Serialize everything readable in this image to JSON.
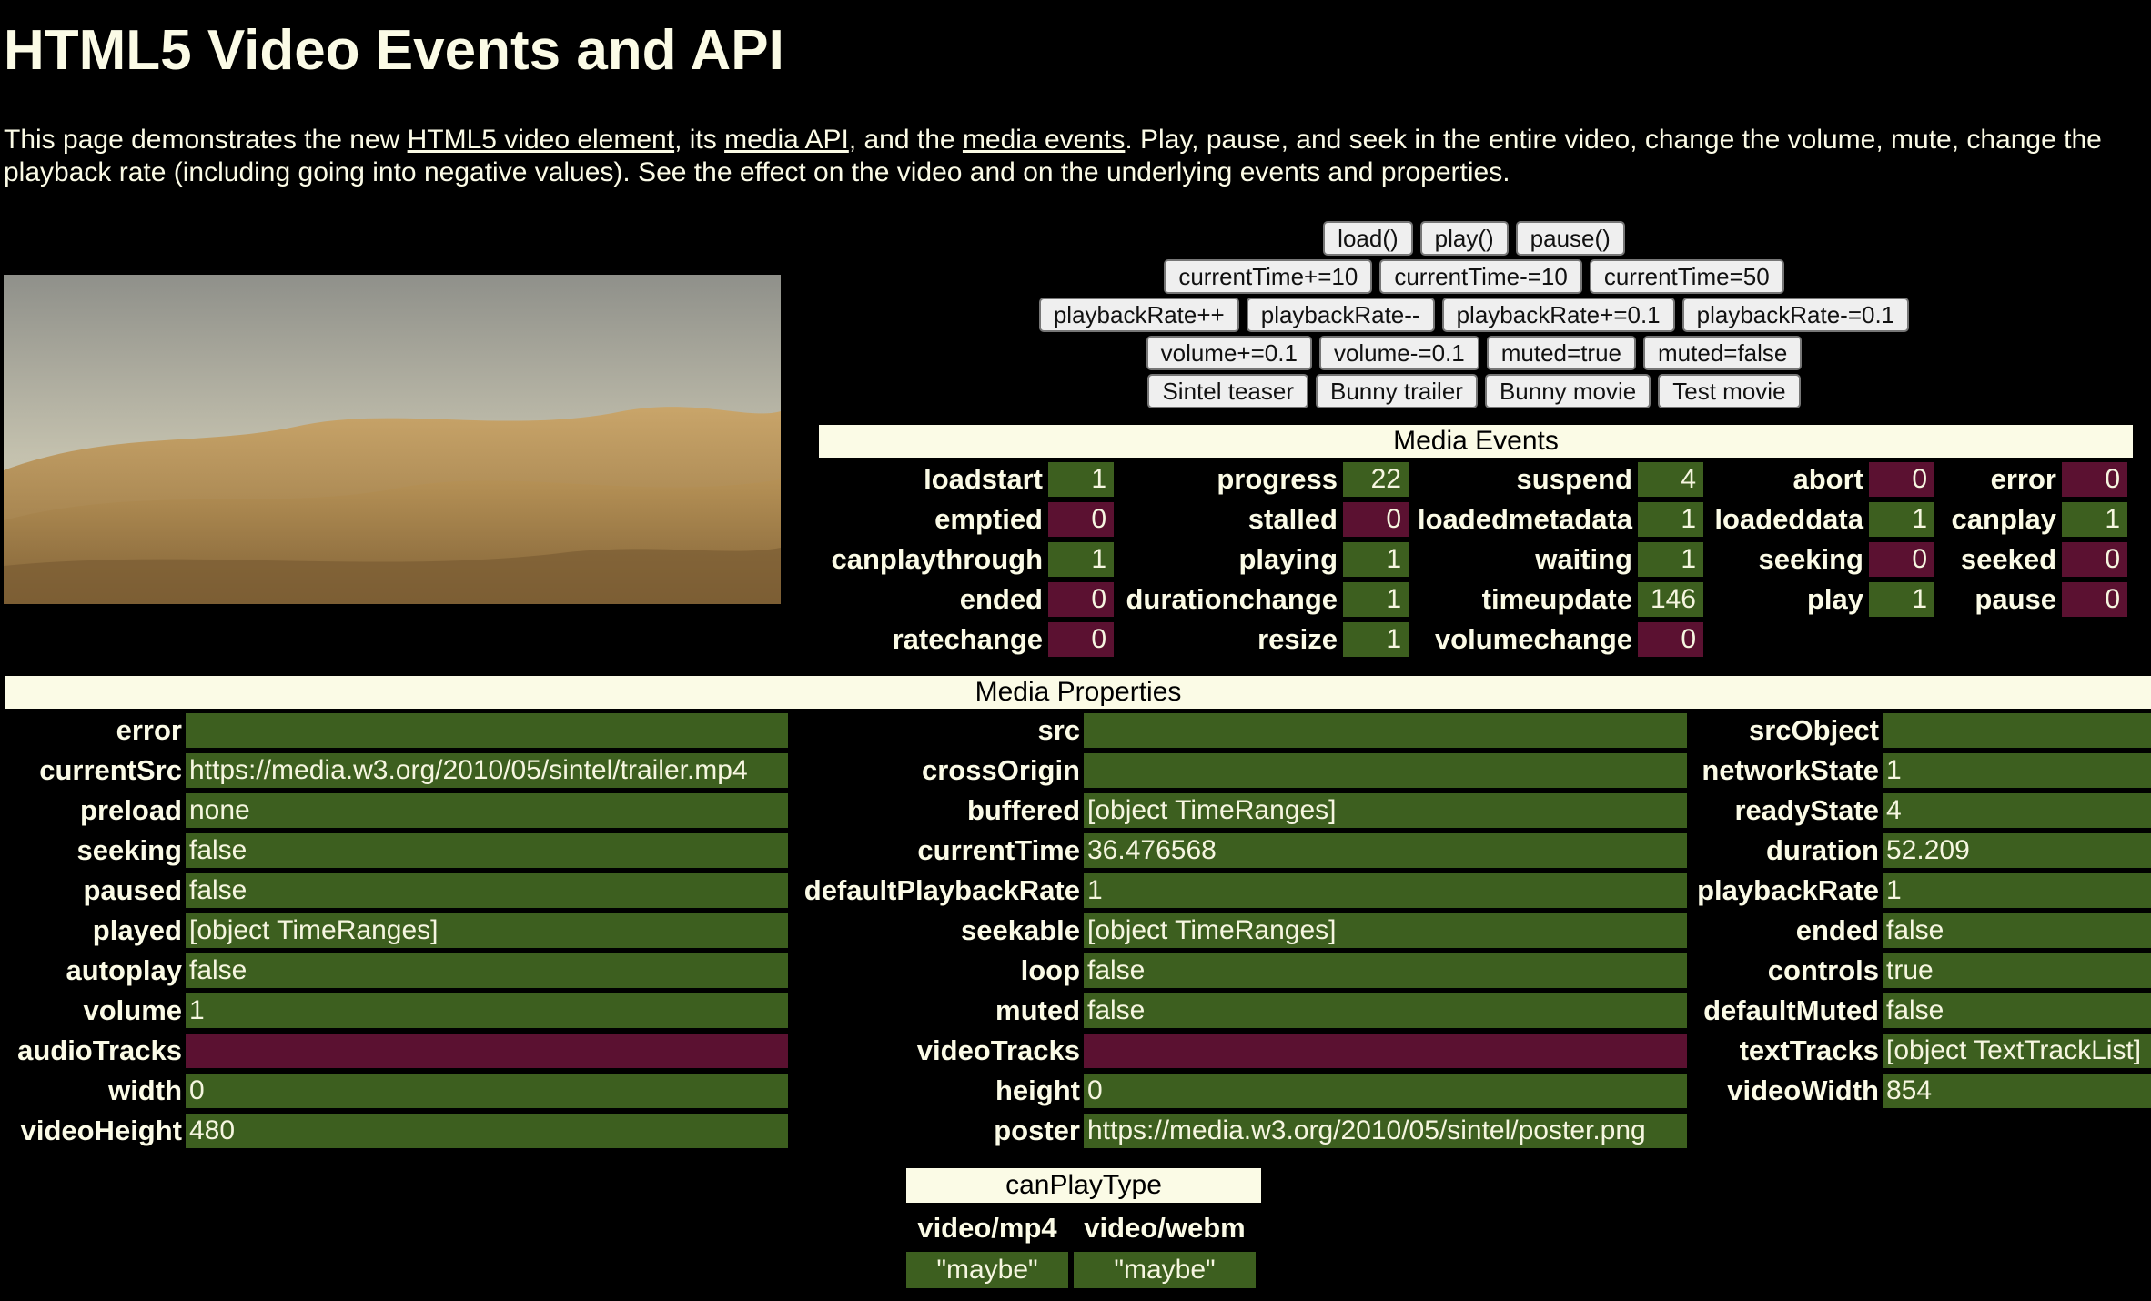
{
  "page": {
    "title": "HTML5 Video Events and API",
    "intro": {
      "p1": "This page demonstrates the new ",
      "link1": "HTML5 video element",
      "p2": ", its ",
      "link2": "media API",
      "p3": ", and the ",
      "link3": "media events",
      "p4": ". Play, pause, and seek in the entire video, change the volume, mute, change the playback rate (including going into negative values). See the effect on the video and on the underlying events and properties."
    }
  },
  "controls": {
    "rows": [
      [
        "load()",
        "play()",
        "pause()"
      ],
      [
        "currentTime+=10",
        "currentTime-=10",
        "currentTime=50"
      ],
      [
        "playbackRate++",
        "playbackRate--",
        "playbackRate+=0.1",
        "playbackRate-=0.1"
      ],
      [
        "volume+=0.1",
        "volume-=0.1",
        "muted=true",
        "muted=false"
      ],
      [
        "Sintel teaser",
        "Bunny trailer",
        "Bunny movie",
        "Test movie"
      ]
    ]
  },
  "events": {
    "header": "Media Events",
    "items": [
      {
        "name": "loadstart",
        "value": "1"
      },
      {
        "name": "progress",
        "value": "22"
      },
      {
        "name": "suspend",
        "value": "4"
      },
      {
        "name": "abort",
        "value": "0"
      },
      {
        "name": "error",
        "value": "0"
      },
      {
        "name": "emptied",
        "value": "0"
      },
      {
        "name": "stalled",
        "value": "0"
      },
      {
        "name": "loadedmetadata",
        "value": "1"
      },
      {
        "name": "loadeddata",
        "value": "1"
      },
      {
        "name": "canplay",
        "value": "1"
      },
      {
        "name": "canplaythrough",
        "value": "1"
      },
      {
        "name": "playing",
        "value": "1"
      },
      {
        "name": "waiting",
        "value": "1"
      },
      {
        "name": "seeking",
        "value": "0"
      },
      {
        "name": "seeked",
        "value": "0"
      },
      {
        "name": "ended",
        "value": "0"
      },
      {
        "name": "durationchange",
        "value": "1"
      },
      {
        "name": "timeupdate",
        "value": "146"
      },
      {
        "name": "play",
        "value": "1"
      },
      {
        "name": "pause",
        "value": "0"
      },
      {
        "name": "ratechange",
        "value": "0"
      },
      {
        "name": "resize",
        "value": "1"
      },
      {
        "name": "volumechange",
        "value": "0"
      }
    ]
  },
  "properties": {
    "header": "Media Properties",
    "items": [
      {
        "name": "error",
        "value": "",
        "status": "ok"
      },
      {
        "name": "src",
        "value": "",
        "status": "ok"
      },
      {
        "name": "srcObject",
        "value": "",
        "status": "ok"
      },
      {
        "name": "currentSrc",
        "value": "https://media.w3.org/2010/05/sintel/trailer.mp4",
        "status": "ok"
      },
      {
        "name": "crossOrigin",
        "value": "",
        "status": "ok"
      },
      {
        "name": "networkState",
        "value": "1",
        "status": "ok"
      },
      {
        "name": "preload",
        "value": "none",
        "status": "ok"
      },
      {
        "name": "buffered",
        "value": "[object TimeRanges]",
        "status": "ok"
      },
      {
        "name": "readyState",
        "value": "4",
        "status": "ok"
      },
      {
        "name": "seeking",
        "value": "false",
        "status": "ok"
      },
      {
        "name": "currentTime",
        "value": "36.476568",
        "status": "ok"
      },
      {
        "name": "duration",
        "value": "52.209",
        "status": "ok"
      },
      {
        "name": "paused",
        "value": "false",
        "status": "ok"
      },
      {
        "name": "defaultPlaybackRate",
        "value": "1",
        "status": "ok"
      },
      {
        "name": "playbackRate",
        "value": "1",
        "status": "ok"
      },
      {
        "name": "played",
        "value": "[object TimeRanges]",
        "status": "ok"
      },
      {
        "name": "seekable",
        "value": "[object TimeRanges]",
        "status": "ok"
      },
      {
        "name": "ended",
        "value": "false",
        "status": "ok"
      },
      {
        "name": "autoplay",
        "value": "false",
        "status": "ok"
      },
      {
        "name": "loop",
        "value": "false",
        "status": "ok"
      },
      {
        "name": "controls",
        "value": "true",
        "status": "ok"
      },
      {
        "name": "volume",
        "value": "1",
        "status": "ok"
      },
      {
        "name": "muted",
        "value": "false",
        "status": "ok"
      },
      {
        "name": "defaultMuted",
        "value": "false",
        "status": "ok"
      },
      {
        "name": "audioTracks",
        "value": "",
        "status": "unsupported"
      },
      {
        "name": "videoTracks",
        "value": "",
        "status": "unsupported"
      },
      {
        "name": "textTracks",
        "value": "[object TextTrackList]",
        "status": "ok"
      },
      {
        "name": "width",
        "value": "0",
        "status": "ok"
      },
      {
        "name": "height",
        "value": "0",
        "status": "ok"
      },
      {
        "name": "videoWidth",
        "value": "854",
        "status": "ok"
      },
      {
        "name": "videoHeight",
        "value": "480",
        "status": "ok"
      },
      {
        "name": "poster",
        "value": "https://media.w3.org/2010/05/sintel/poster.png",
        "status": "ok"
      }
    ]
  },
  "canPlayType": {
    "header": "canPlayType",
    "columns": [
      {
        "type": "video/mp4",
        "value": "\"maybe\""
      },
      {
        "type": "video/webm",
        "value": "\"maybe\""
      }
    ]
  },
  "colors": {
    "positive": "#3d5f1f",
    "zero": "#5b1131",
    "header_bg": "#fbfbe6"
  }
}
